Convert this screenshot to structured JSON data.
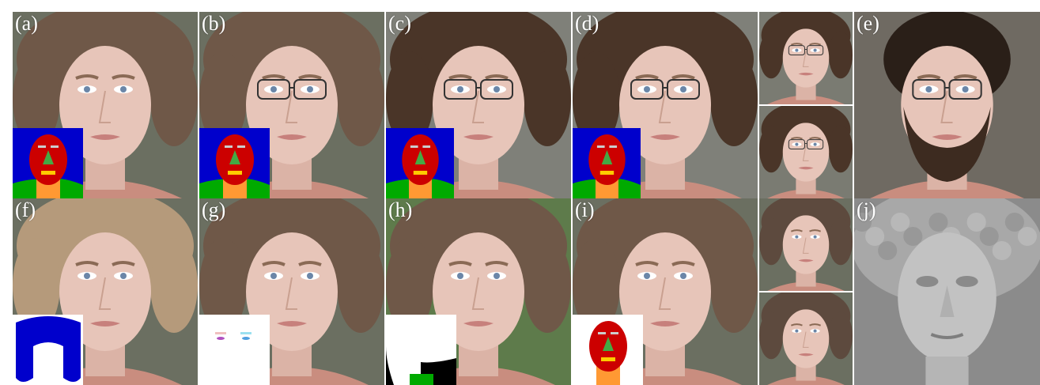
{
  "panels": [
    {
      "id": "a",
      "label": "(a)",
      "style": "photo",
      "hair": "#6f5848",
      "bg": "#6b6f61",
      "inset": "seg",
      "glasses": false,
      "beard": false
    },
    {
      "id": "b",
      "label": "(b)",
      "style": "photo",
      "hair": "#6f5848",
      "bg": "#6b6f61",
      "inset": "seg",
      "glasses": true,
      "beard": false
    },
    {
      "id": "c",
      "label": "(c)",
      "style": "photo",
      "hair": "#4a3528",
      "bg": "#7f8079",
      "inset": "seg",
      "glasses": true,
      "beard": false
    },
    {
      "id": "d",
      "label": "(d)",
      "style": "photo",
      "hair": "#4a3528",
      "bg": "#7f8079",
      "inset": "seg",
      "glasses": true,
      "beard": false
    },
    {
      "id": "d2top",
      "label": "",
      "style": "photo",
      "hair": "#4a3528",
      "bg": "#7a7b72",
      "inset": null,
      "glasses": true,
      "beard": false
    },
    {
      "id": "d2bot",
      "label": "",
      "style": "photo",
      "hair": "#4a3528",
      "bg": "#7a7b72",
      "inset": null,
      "glasses": true,
      "beard": false
    },
    {
      "id": "e",
      "label": "(e)",
      "style": "photo",
      "hair": "#2a1f18",
      "bg": "#6f6a62",
      "inset": null,
      "glasses": true,
      "beard": true
    },
    {
      "id": "f",
      "label": "(f)",
      "style": "photo",
      "hair": "#b59a7b",
      "bg": "#6b6f61",
      "inset": "hair",
      "glasses": false,
      "beard": false
    },
    {
      "id": "g",
      "label": "(g)",
      "style": "photo",
      "hair": "#6f5848",
      "bg": "#6b6f61",
      "inset": "eyes",
      "glasses": false,
      "beard": false
    },
    {
      "id": "h",
      "label": "(h)",
      "style": "photo",
      "hair": "#6f5848",
      "bg": "#5e7b4b",
      "inset": "white-seg",
      "glasses": false,
      "beard": false
    },
    {
      "id": "i",
      "label": "(i)",
      "style": "photo",
      "hair": "#6f5848",
      "bg": "#6b6f61",
      "inset": "face-only",
      "glasses": false,
      "beard": false
    },
    {
      "id": "i2top",
      "label": "",
      "style": "photo",
      "hair": "#5d4a3e",
      "bg": "#6b6f61",
      "inset": null,
      "glasses": false,
      "beard": false
    },
    {
      "id": "i2bot",
      "label": "",
      "style": "photo",
      "hair": "#5d4a3e",
      "bg": "#6b6f61",
      "inset": null,
      "glasses": false,
      "beard": false
    },
    {
      "id": "j",
      "label": "(j)",
      "style": "mesh",
      "hair": "#9a9a9a",
      "bg": "#8b8b8b",
      "inset": null,
      "glasses": false,
      "beard": false
    }
  ],
  "colors": {
    "seg_background": "#0000cc",
    "seg_face": "#cc0000",
    "seg_neck": "#ff9933",
    "seg_cloth": "#00aa00",
    "seg_nose": "#44aa44",
    "seg_glasses": "#cccc00",
    "seg_mouth": "#ffcc00",
    "seg_brow": "#cccccc",
    "skin": "#e7c5b9",
    "shirt": "#c98d7f"
  }
}
